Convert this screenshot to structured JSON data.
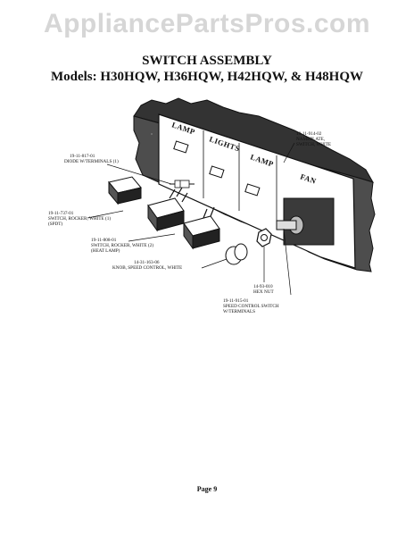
{
  "watermark": "AppliancePartsPros.com",
  "title": "SWITCH ASSEMBLY",
  "subtitle": "Models: H30HQW, H36HQW, H42HQW, & H48HQW",
  "plate_labels": [
    "LAMP",
    "LIGHTS",
    "LAMP",
    "FAN"
  ],
  "callouts": {
    "nameplate": {
      "part": "19-11-914-02",
      "desc1": "NAMEPLATE,",
      "desc2": "SWITCH, WHITE"
    },
    "diode": {
      "part": "19-11-817-01",
      "desc1": "DIODE W/TERMINALS (1)"
    },
    "rocker_spdt": {
      "part": "19-11-737-01",
      "desc1": "SWITCH, ROCKER, WHITE (1)",
      "desc2": "(SPDT)"
    },
    "rocker_heat": {
      "part": "19-11-808-01",
      "desc1": "SWITCH, ROCKER, WHITE (2)",
      "desc2": "(HEAT LAMP)"
    },
    "knob": {
      "part": "14-31-163-06",
      "desc1": "KNOB, SPEED CONTROL, WHITE"
    },
    "hex_nut": {
      "part": "14-93-010",
      "desc1": "HEX NUT"
    },
    "speed_switch": {
      "part": "19-11-915-01",
      "desc1": "SPEED CONTROL SWITCH",
      "desc2": "W/TERMINALS"
    }
  },
  "page_label": "Page 9"
}
